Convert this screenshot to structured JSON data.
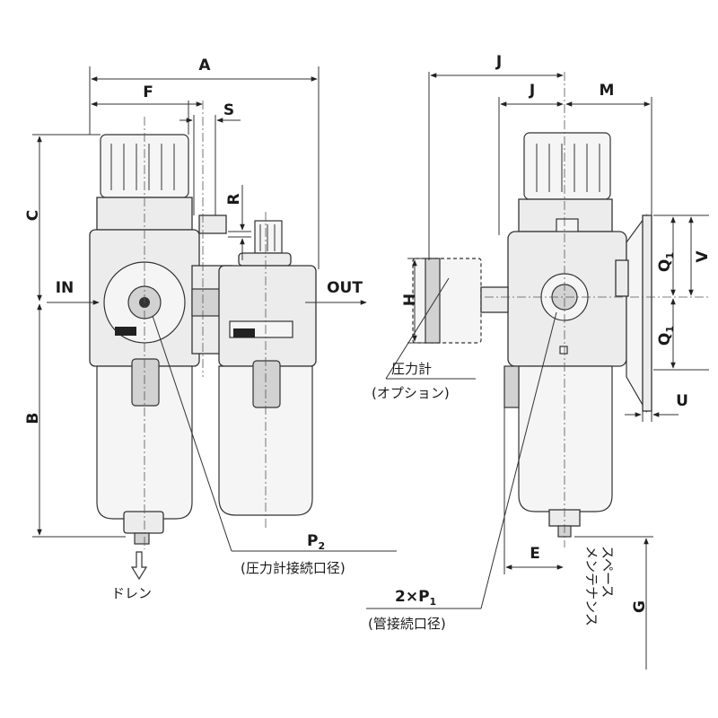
{
  "dimensions": {
    "A": "A",
    "F": "F",
    "S": "S",
    "R": "R",
    "C": "C",
    "B": "B",
    "J1": "J",
    "J2": "J",
    "M": "M",
    "H": "H",
    "V": "V",
    "Q1a": "Q",
    "Q1b": "Q",
    "Q_sub": "1",
    "U": "U",
    "E": "E",
    "G": "G"
  },
  "ports": {
    "in": "IN",
    "out": "OUT",
    "p2_main": "P",
    "p2_sub": "2",
    "p1_prefix": "2×P",
    "p1_sub": "1"
  },
  "notes": {
    "gauge_port": "(圧力計接続口径)",
    "pipe_port": "(管接続口径)",
    "gauge": "圧力計",
    "option": "(オプション)",
    "drain": "ドレン",
    "maintenance_1": "メンテナンス",
    "maintenance_2": "スペース"
  }
}
